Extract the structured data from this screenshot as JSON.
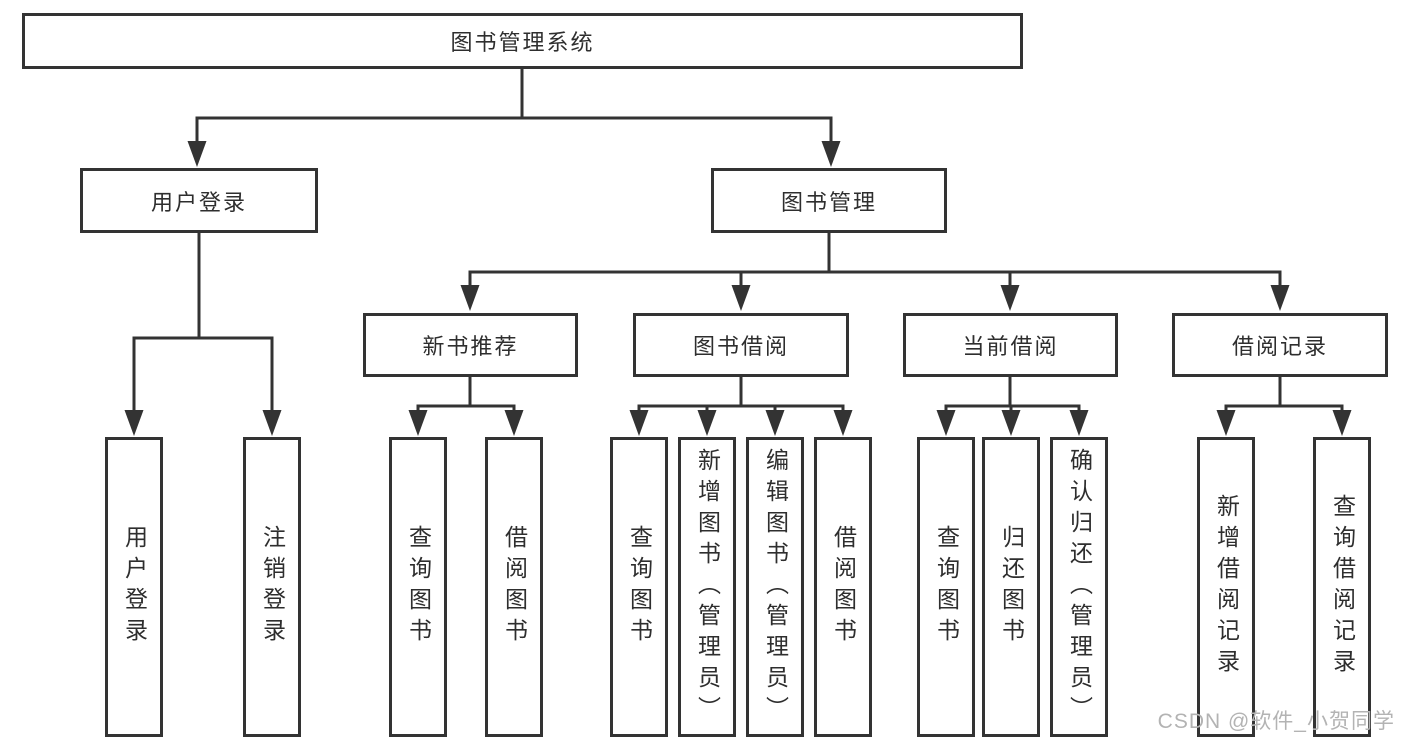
{
  "watermark": {
    "text": "CSDN @软件_小贺同学"
  },
  "palette": {
    "line": "#333333",
    "box_border": "#333333",
    "box_fill": "#ffffff",
    "text": "#2e2e2e",
    "watermark": "#b3b3b3"
  },
  "tree": {
    "root": {
      "label": "图书管理系统"
    },
    "branches": [
      {
        "label": "用户登录",
        "children": [
          {
            "label": "用户登录"
          },
          {
            "label": "注销登录"
          }
        ]
      },
      {
        "label": "图书管理",
        "children": [
          {
            "label": "新书推荐",
            "children": [
              {
                "label": "查询图书"
              },
              {
                "label": "借阅图书"
              }
            ]
          },
          {
            "label": "图书借阅",
            "children": [
              {
                "label": "查询图书"
              },
              {
                "label": "新增图书（管理员）"
              },
              {
                "label": "编辑图书（管理员）"
              },
              {
                "label": "借阅图书"
              }
            ]
          },
          {
            "label": "当前借阅",
            "children": [
              {
                "label": "查询图书"
              },
              {
                "label": "归还图书"
              },
              {
                "label": "确认归还（管理员）"
              }
            ]
          },
          {
            "label": "借阅记录",
            "children": [
              {
                "label": "新增借阅记录"
              },
              {
                "label": "查询借阅记录"
              }
            ]
          }
        ]
      }
    ]
  }
}
